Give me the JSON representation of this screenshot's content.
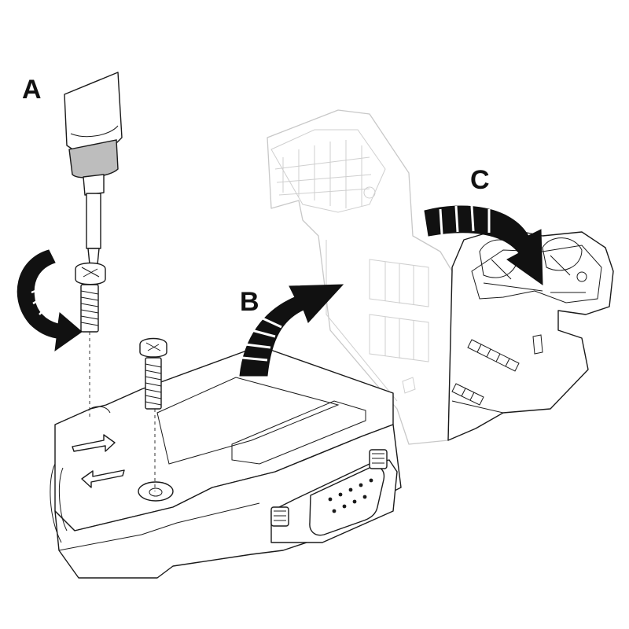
{
  "steps": {
    "a": {
      "label": "A"
    },
    "b": {
      "label": "B"
    },
    "c": {
      "label": "C"
    }
  },
  "colors": {
    "line": "#1a1a1a",
    "ghost_line": "#c8c8c8",
    "arrow_fill": "#111111",
    "screwdriver_handle": "#bdbdbd",
    "background": "#ffffff"
  },
  "icons": {
    "rotate_arrow_a": "curved-arrow-clockwise-icon",
    "swing_arrow_b": "curved-arrow-up-icon",
    "swing_arrow_c": "curved-arrow-down-icon",
    "direction_arrows": "double-arrow-icon"
  }
}
